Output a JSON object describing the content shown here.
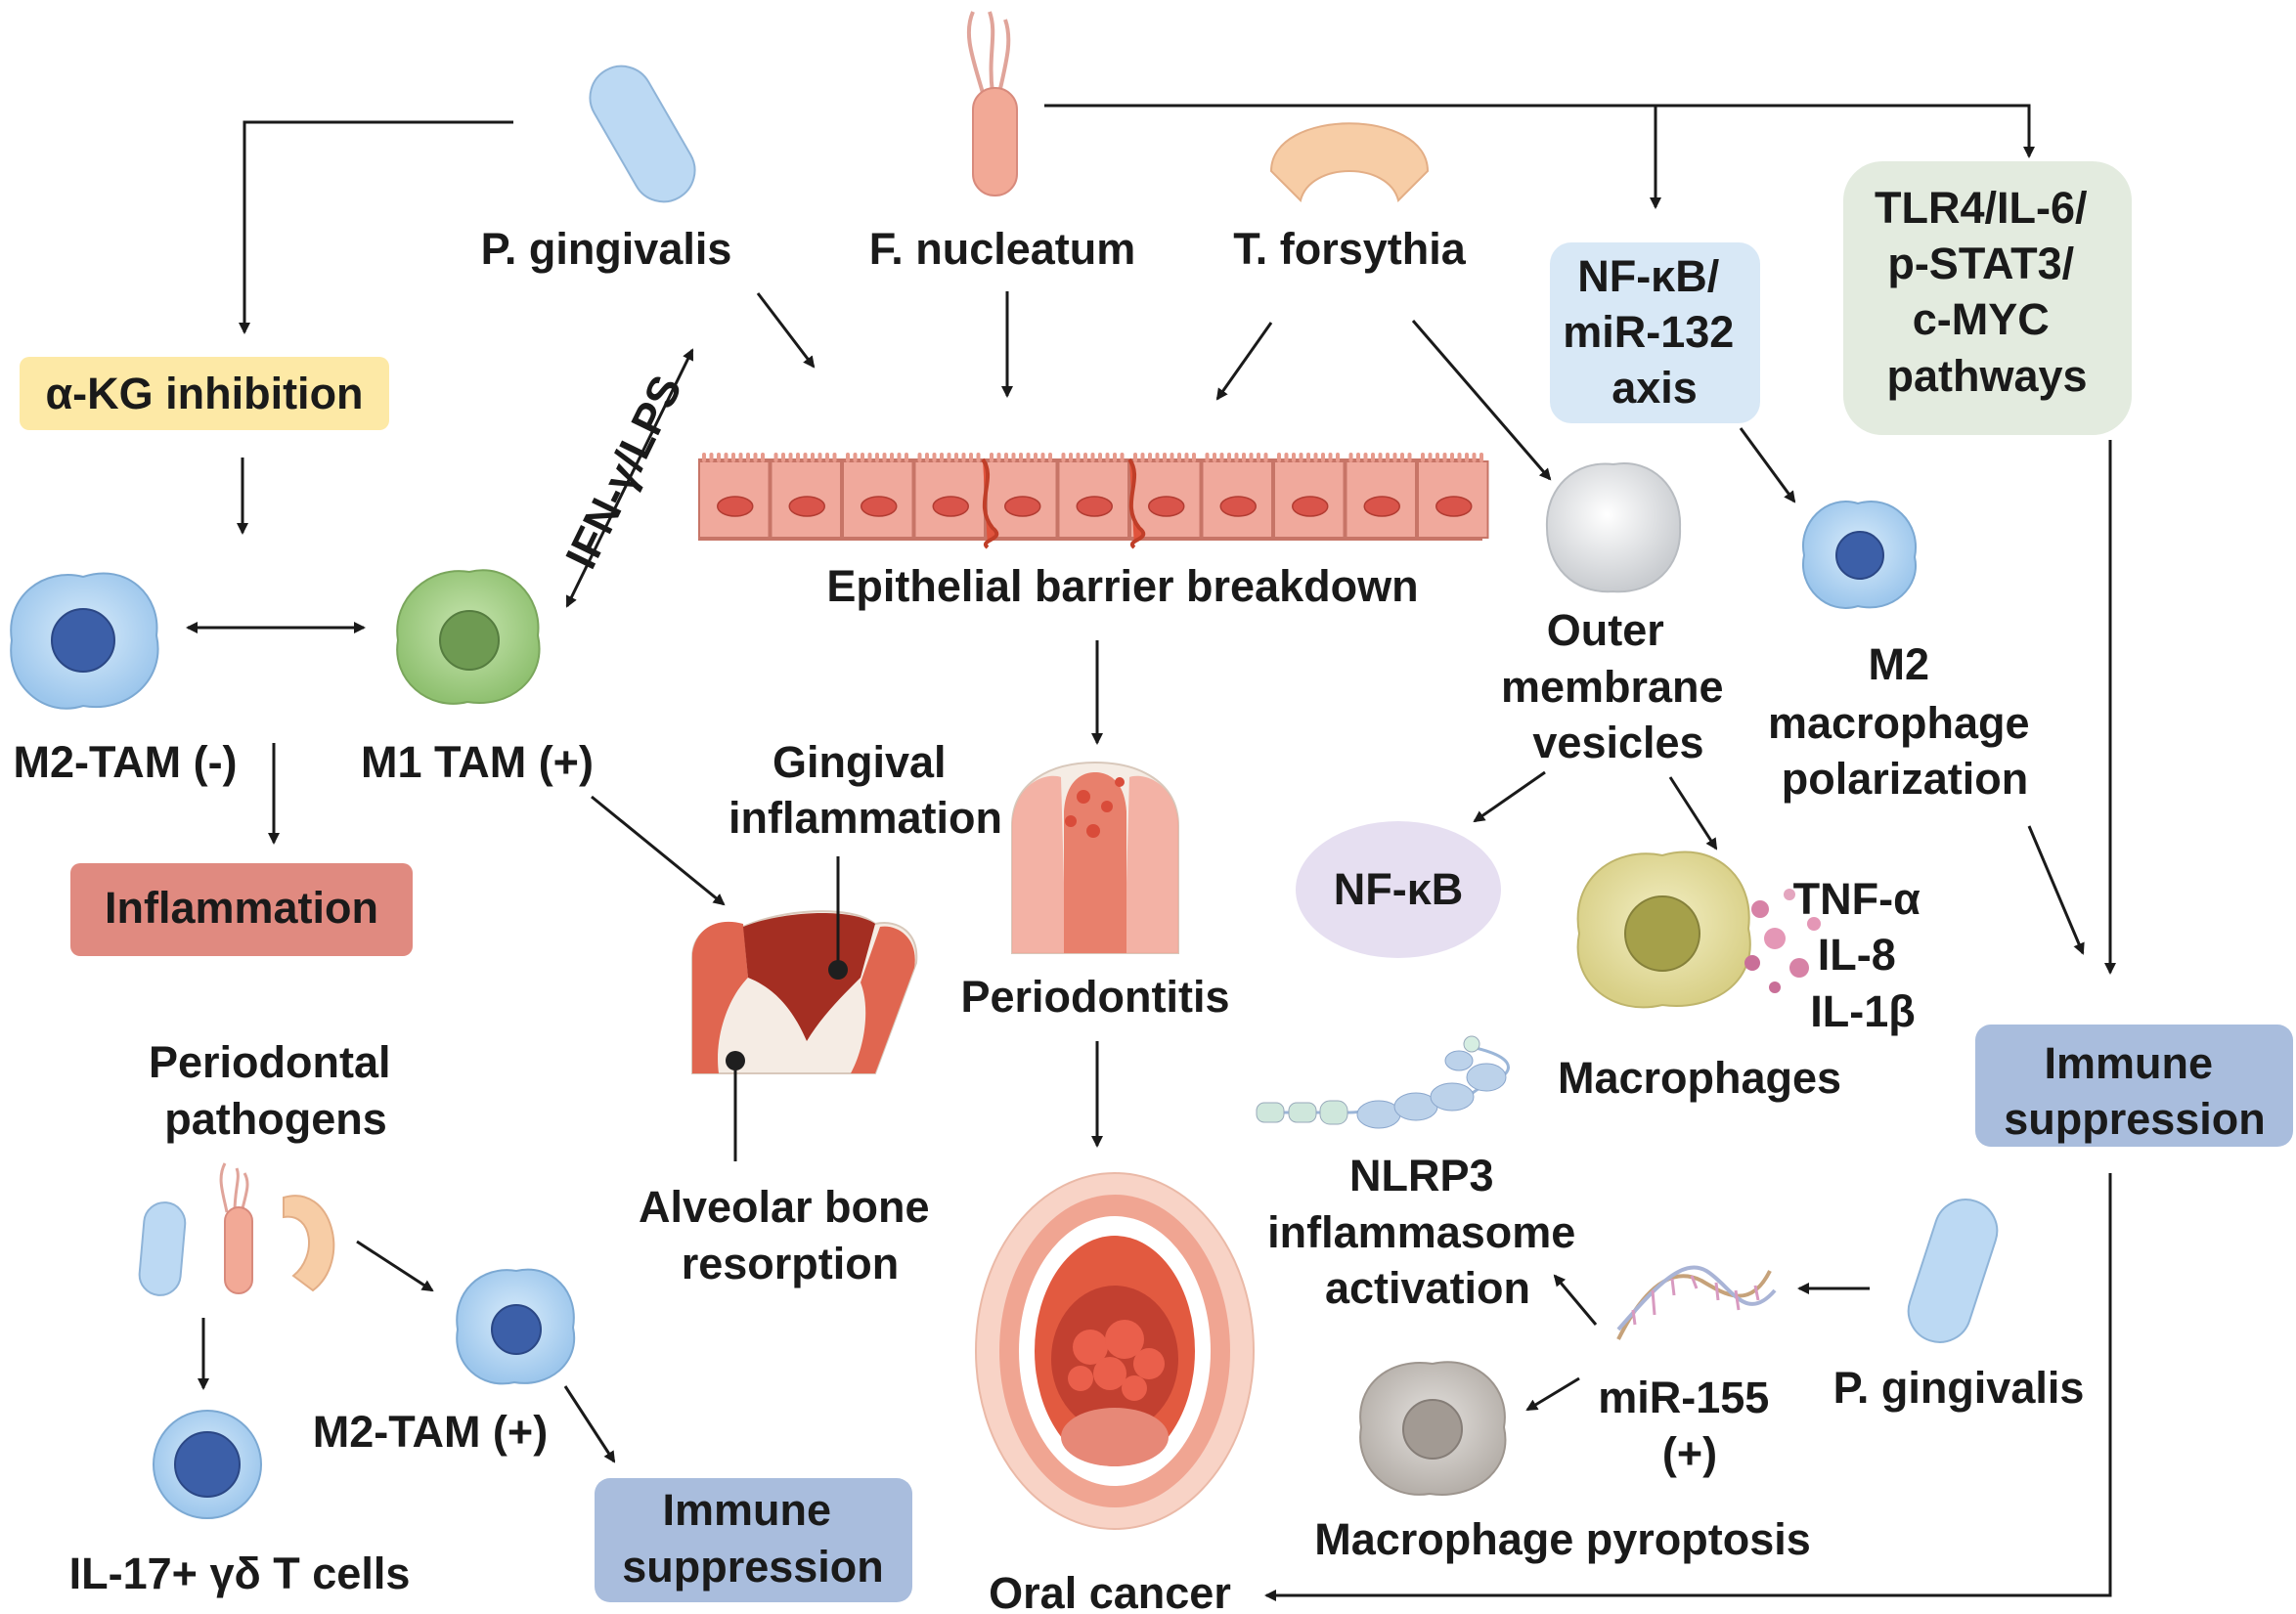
{
  "bacteria": {
    "p_gingivalis": "P. gingivalis",
    "f_nucleatum": "F. nucleatum",
    "t_forsythia": "T. forsythia"
  },
  "boxes": {
    "akg_inhibition": "α-KG inhibition",
    "inflammation": "Inflammation",
    "nfkb_mir132": [
      "NF-κB/",
      "miR-132",
      "axis"
    ],
    "tlr4_pathways": [
      "TLR4/IL-6/",
      "p-STAT3/",
      "c-MYC",
      "pathways"
    ],
    "immune_suppression_right": [
      "Immune",
      "suppression"
    ],
    "immune_suppression_bottom": [
      "Immune",
      "suppression"
    ],
    "nfkb": "NF-κB"
  },
  "labels": {
    "ifn_lps": "IFN-γ/LPS",
    "m2_tam_neg": "M2-TAM (-)",
    "m1_tam_pos": "M1 TAM (+)",
    "epithelial": "Epithelial barrier breakdown",
    "outer_membrane": [
      "Outer",
      "membrane",
      "vesicles"
    ],
    "m2_polarization": [
      "M2",
      "macrophage",
      "polarization"
    ],
    "gingival_inflammation": [
      "Gingival",
      "inflammation"
    ],
    "periodontitis": "Periodontitis",
    "cytokines": [
      "TNF-α",
      "IL-8",
      "IL-1β"
    ],
    "macrophages": "Macrophages",
    "periodontal_pathogens": [
      "Periodontal",
      "pathogens"
    ],
    "alveolar_bone": [
      "Alveolar bone",
      "resorption"
    ],
    "nlrp3": [
      "NLRP3",
      "inflammasome",
      "activation"
    ],
    "p_gingivalis_lower": "P. gingivalis",
    "mir155": [
      "miR-155",
      "(+)"
    ],
    "m2_tam_pos": "M2-TAM (+)",
    "il17_t_cells": "IL-17+ γδ T cells",
    "macrophage_pyroptosis": "Macrophage pyroptosis",
    "oral_cancer": "Oral cancer"
  },
  "colors": {
    "akg_box": "#fde9a6",
    "inflammation_box": "#e08a80",
    "nfkb_mir132_box": "#d8e8f6",
    "tlr4_box": "#e3ebdf",
    "immune_box": "#a9bddd",
    "nfkb_ellipse": "#e6dff1"
  }
}
